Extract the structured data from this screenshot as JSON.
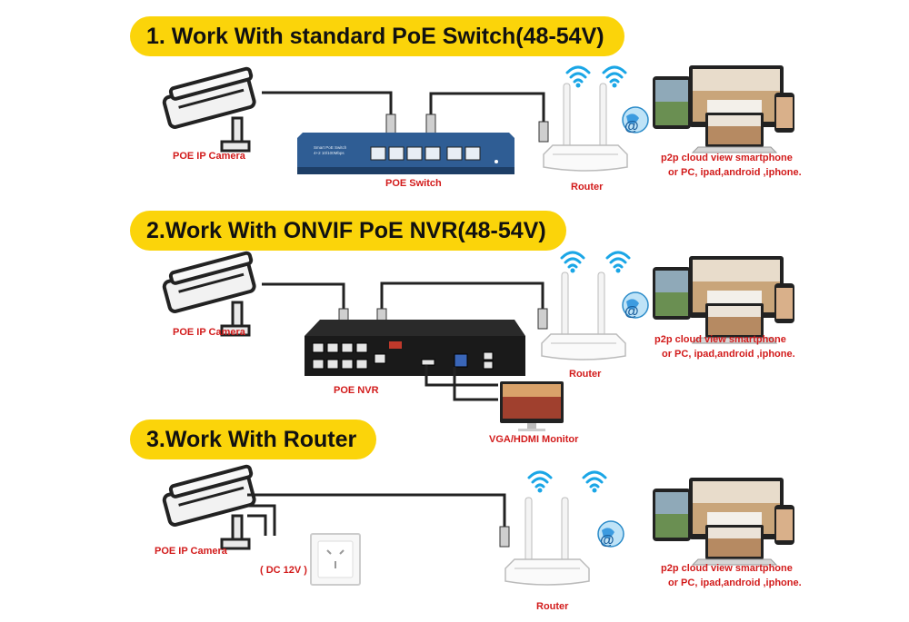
{
  "sections": [
    {
      "title": "1. Work With standard PoE Switch(48-54V)",
      "camera_label": "POE IP Camera",
      "device_label": "POE Switch",
      "router_label": "Router",
      "cloud_line1": "p2p cloud view smartphone",
      "cloud_line2": "or PC, ipad,android ,iphone."
    },
    {
      "title": "2.Work With ONVIF PoE NVR(48-54V)",
      "camera_label": "POE IP Camera",
      "device_label": "POE NVR",
      "router_label": "Router",
      "monitor_label": "VGA/HDMI Monitor",
      "cloud_line1": "p2p cloud view smartphone",
      "cloud_line2": "or PC, ipad,android ,iphone."
    },
    {
      "title": "3.Work With Router",
      "camera_label": "POE IP Camera",
      "power_label": "( DC 12V )",
      "router_label": "Router",
      "cloud_line1": "p2p cloud view smartphone",
      "cloud_line2": "or PC, ipad,android ,iphone."
    }
  ],
  "switch_panel": {
    "brand_line1": "Smart PoE Switch",
    "brand_line2": "4+2 10/100Mbps"
  },
  "colors": {
    "banner": "#fbd40a",
    "label_red": "#d21b1b",
    "wifi_blue": "#1aa6e6",
    "switch_blue": "#2f5d94"
  }
}
